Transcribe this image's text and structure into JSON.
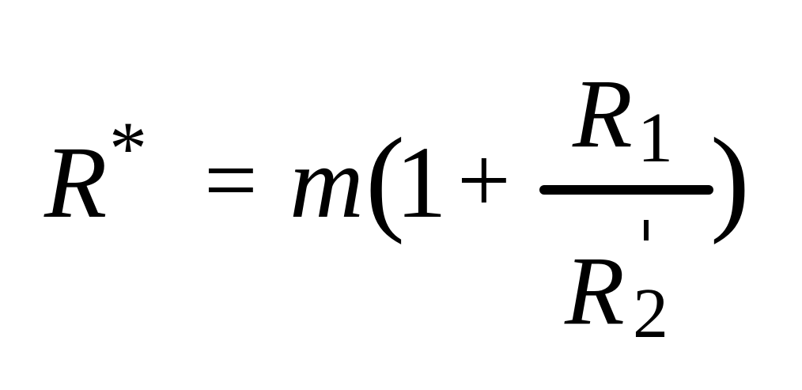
{
  "equation": {
    "lhs_symbol": "R",
    "lhs_superscript": "*",
    "equals": "=",
    "coefficient": "m",
    "open_paren": "(",
    "one": "1",
    "plus": "+",
    "numerator_symbol": "R",
    "numerator_subscript": "1",
    "denominator_symbol": "R",
    "denominator_subscript": "2",
    "close_paren": ")"
  }
}
